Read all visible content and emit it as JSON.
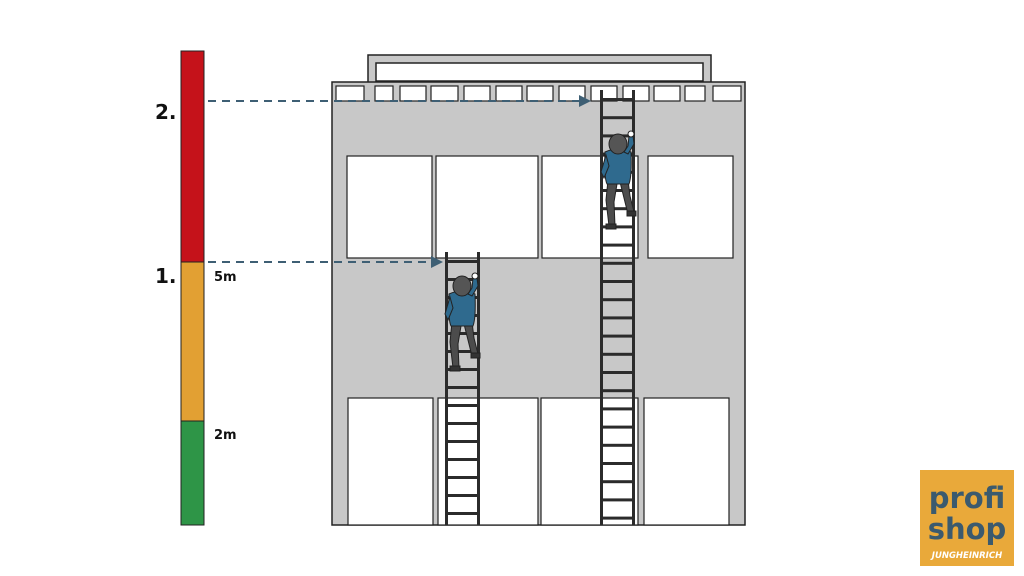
{
  "height_scale": {
    "markers": [
      {
        "label": "1.",
        "height_label": "5m"
      },
      {
        "label": "2.",
        "height_label": ""
      }
    ],
    "zones": [
      {
        "name": "red",
        "color": "#c5121a"
      },
      {
        "name": "orange",
        "color": "#e2a033"
      },
      {
        "name": "green",
        "color": "#2e9547"
      }
    ],
    "lower_height_label": "2m"
  },
  "colors": {
    "building": "#c8c8c8",
    "outline": "#222222",
    "window": "#ffffff",
    "arrow": "#3e5f74",
    "ladder": "#2b2b2b",
    "worker_shirt": "#2f6a8e",
    "worker_pants": "#4c4c4c",
    "worker_helmet": "#555555"
  },
  "logo": {
    "line1": "profi",
    "line2": "shop",
    "brand": "JUNGHEINRICH",
    "bg": "#e9a93a",
    "text_color": "#3b5a6e"
  }
}
